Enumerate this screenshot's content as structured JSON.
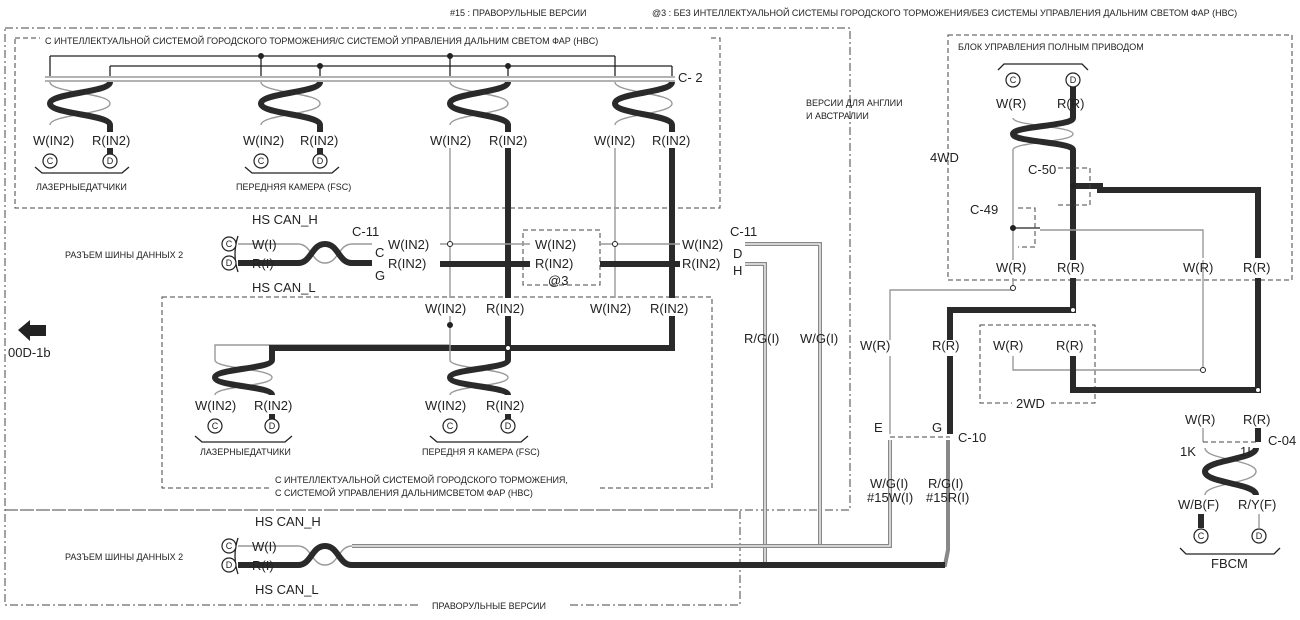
{
  "notes": {
    "rhd": "#15 : ПРАВОРУЛЬНЫЕ ВЕРСИИ",
    "without_hbc": "@3 : БЕЗ ИНТЕЛЛЕКТУАЛЬНОЙ СИСТЕМЫ ГОРОДСКОГО ТОРМОЖЕНИЯ/БЕЗ СИСТЕМЫ УПРАВЛЕНИЯ ДАЛЬНИМ СВЕТОМ ФАР (HBC)"
  },
  "uk_box": {
    "label_1": "ВЕРСИИ ДЛЯ АНГЛИИ",
    "label_2": "И АВСТРАЛИИ"
  },
  "top_box": {
    "title": "С ИНТЕЛЛЕКТУАЛЬНОЙ СИСТЕМОЙ ГОРОДСКОГО ТОРМОЖЕНИЯ/С СИСТЕМОЙ УПРАВЛЕНИЯ ДАЛЬНИМ СВЕТОМ ФАР (HBC)",
    "connector": "C- 2",
    "wire_w": "W(IN2)",
    "wire_r": "R(IN2)",
    "pin_c": "C",
    "pin_d": "D",
    "laser_sensors": "ЛАЗЕРНЫЕДАТЧИКИ",
    "front_camera": "ПЕРЕДНЯЯ КАМЕРА (FSC)"
  },
  "dlc_upper": {
    "name": "РАЗЪЕМ ШИНЫ ДАННЫХ 2",
    "can_h": "HS CAN_H",
    "can_l": "HS CAN_L",
    "pin_c": "C",
    "pin_d": "D",
    "wire_w": "W(I)",
    "wire_r": "R(I)",
    "conn_left": "C-11",
    "conn_left_c": "C",
    "conn_left_g": "G",
    "conn_right": "C-11",
    "conn_right_d": "D",
    "conn_right_h": "H",
    "wire_w_in2": "W(IN2)",
    "wire_r_in2": "R(IN2)",
    "option_mark": "@3"
  },
  "lower_box": {
    "wire_w": "W(IN2)",
    "wire_r": "R(IN2)",
    "pin_c": "C",
    "pin_d": "D",
    "laser_sensors": "ЛАЗЕРНЫЕДАТЧИКИ",
    "front_camera": "ПЕРЕДНЯ Я КАМЕРА (FSC)",
    "title_1": "С ИНТЕЛЛЕКТУАЛЬНОЙ СИСТЕМОЙ ГОРОДСКОГО ТОРМОЖЕНИЯ,",
    "title_2": "С СИСТЕМОЙ УПРАВЛЕНИЯ ДАЛЬНИМСВЕТОМ ФАР (HBC)"
  },
  "side_wires": {
    "rg": "R/G(I)",
    "wg": "W/G(I)"
  },
  "page_ref": {
    "label": "00D-1b",
    "icon": "arrow-left-icon"
  },
  "dlc_lower": {
    "name": "РАЗЪЕМ ШИНЫ ДАННЫХ 2",
    "can_h": "HS CAN_H",
    "can_l": "HS CAN_L",
    "pin_c": "C",
    "pin_d": "D",
    "wire_w": "W(I)",
    "wire_r": "R(I)",
    "title": "ПРАВОРУЛЬНЫЕ ВЕРСИИ"
  },
  "awd_box": {
    "title": "БЛОК УПРАВЛЕНИЯ ПОЛНЫМ ПРИВОДОМ",
    "pin_c": "C",
    "pin_d": "D",
    "wire_w": "W(R)",
    "wire_r": "R(R)",
    "label_4wd": "4WD",
    "c50": "C-50",
    "c49": "C-49"
  },
  "twowd_box": {
    "label": "2WD",
    "wire_w": "W(R)",
    "wire_r": "R(R)"
  },
  "c10": {
    "name": "C-10",
    "pin_e": "E",
    "pin_g": "G",
    "wire_w": "W(R)",
    "wire_r": "R(R)",
    "out_w_1": "W/G(I)",
    "out_w_2": "#15W(I)",
    "out_r_1": "R/G(I)",
    "out_r_2": "#15R(I)"
  },
  "fbcm": {
    "name": "FBCM",
    "connector": "C-04",
    "pin_1k": "1K",
    "pin_1i": "1I",
    "wire_w": "W(R)",
    "wire_r": "R(R)",
    "out_w": "W/B(F)",
    "out_r": "R/Y(F)",
    "pin_c": "C",
    "pin_d": "D"
  },
  "colors": {
    "wire_dark": "#2a2a2a",
    "wire_light": "#999999",
    "box": "#444444"
  }
}
